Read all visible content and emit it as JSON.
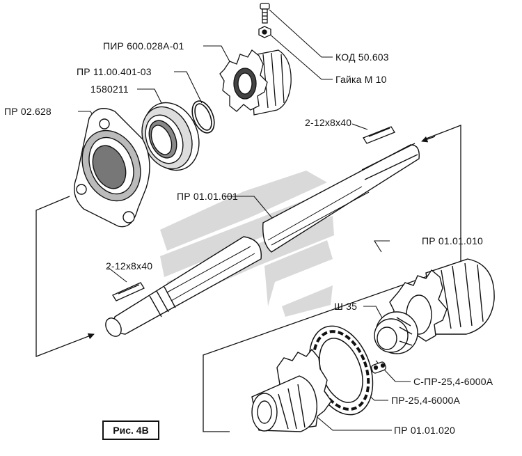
{
  "labels": {
    "pir": "ПИР 600.028А-01",
    "pr_11": "ПР 11.00.401-03",
    "bearing": "1580211",
    "pr_02628": "ПР 02.628",
    "kod": "КОД 50.603",
    "nut": "Гайка М 10",
    "key_top": "2-12х8х40",
    "shaft": "ПР 01.01.601",
    "key_left": "2-12х8х40",
    "pr_010": "ПР 01.01.010",
    "sh35": "Ш 35",
    "chain_conn": "С-ПР-25,4-6000А",
    "chain": "ПР-25,4-6000А",
    "pr_020": "ПР 01.01.020"
  },
  "figure_caption": "Рис. 4В",
  "watermark_color": "#d6d6d6",
  "line_color": "#111111"
}
